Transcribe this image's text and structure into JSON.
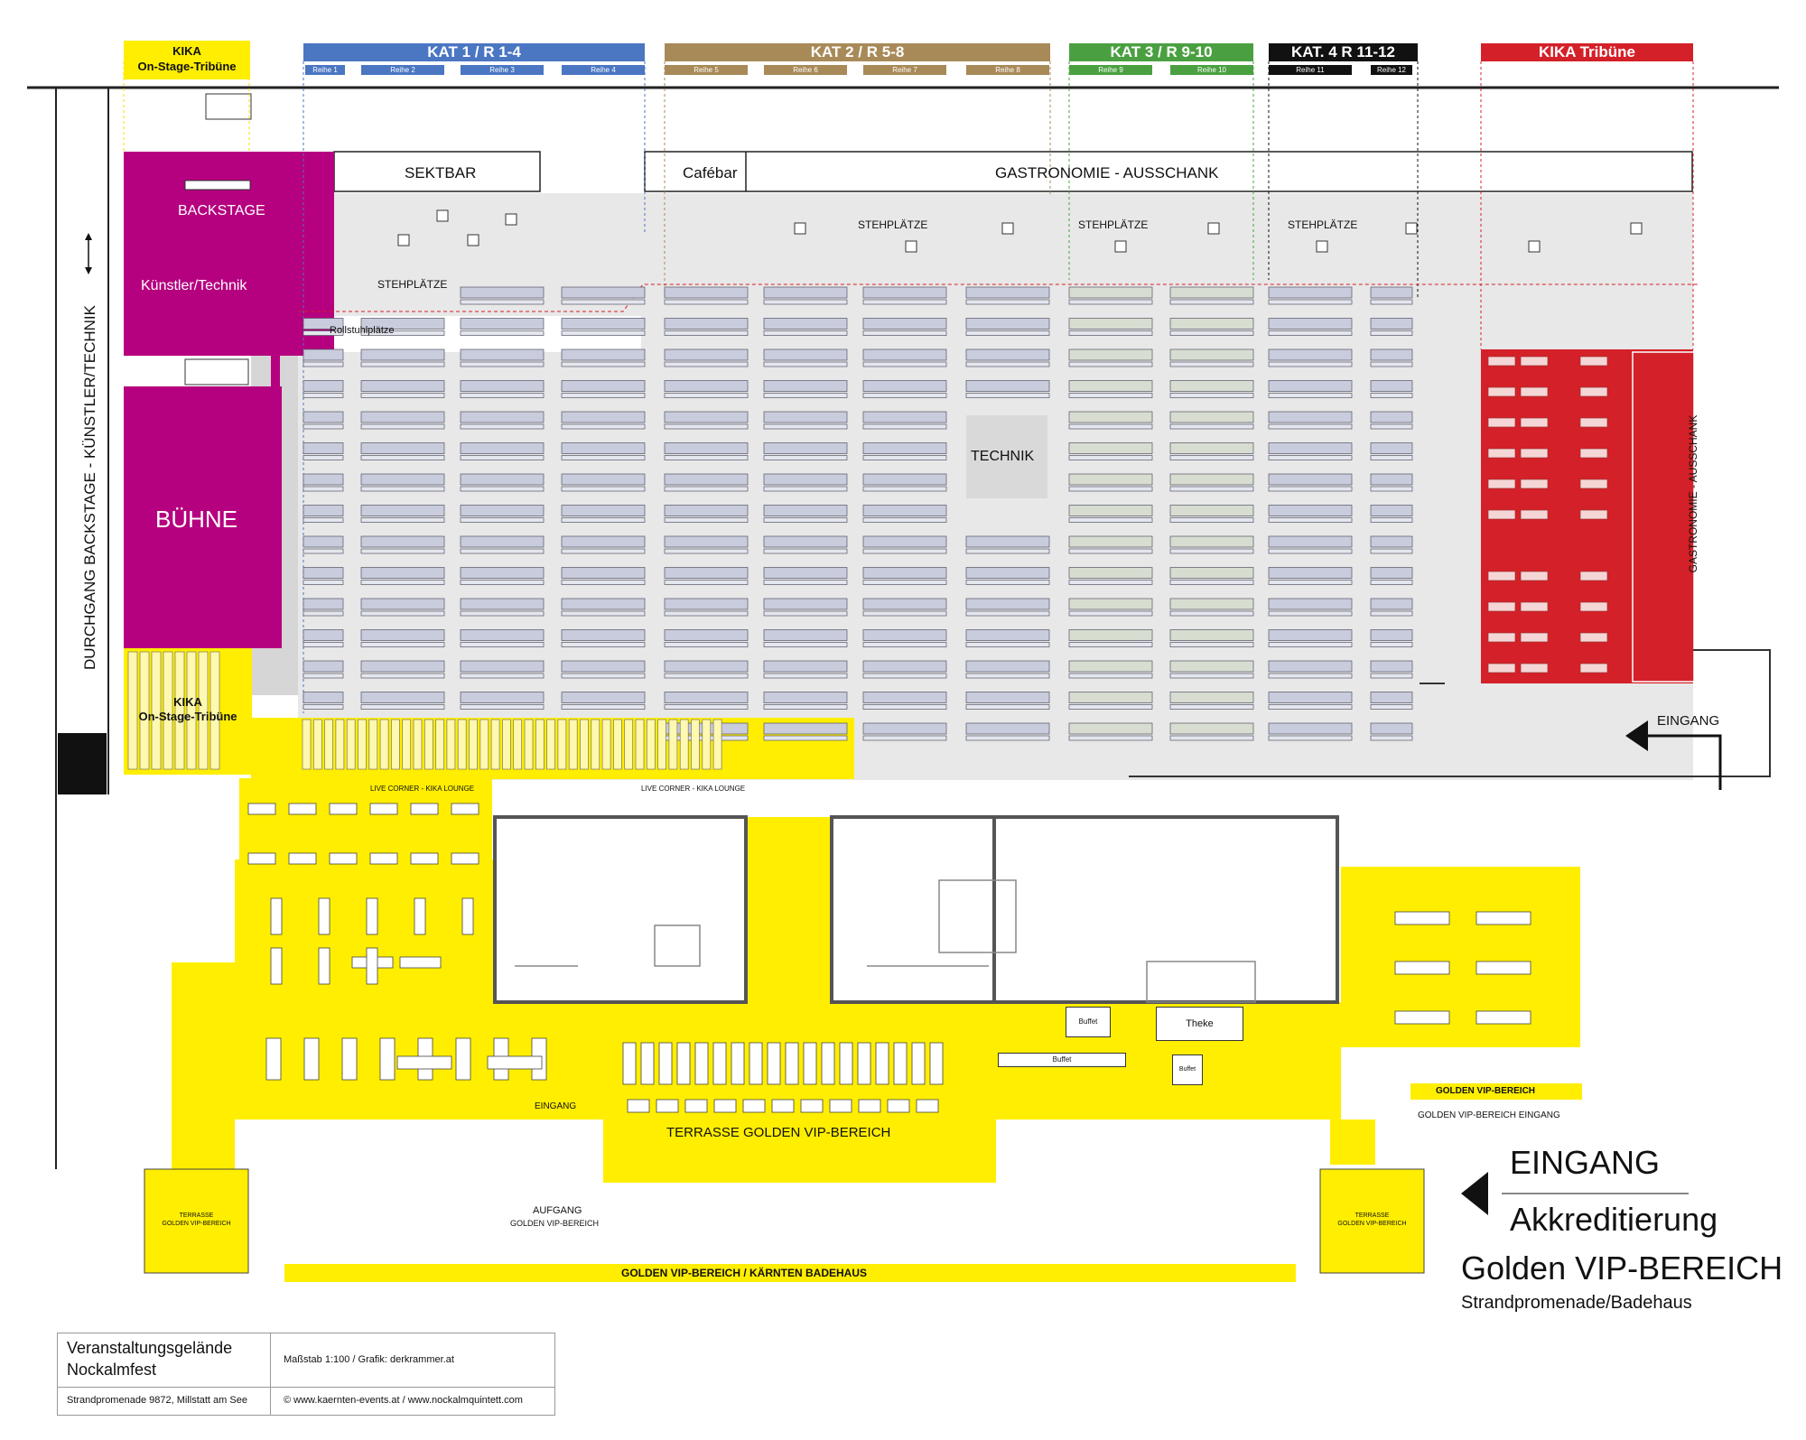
{
  "headers": {
    "kika_stage_top": {
      "line1": "KIKA",
      "line2": "On-Stage-Tribüne"
    },
    "kat1": {
      "label": "KAT 1 / R 1-4",
      "color": "#4a76c2",
      "rows": [
        "Reihe 1",
        "Reihe 2",
        "Reihe 3",
        "Reihe 4"
      ]
    },
    "kat2": {
      "label": "KAT 2 / R 5-8",
      "color": "#a88a58",
      "rows": [
        "Reihe 5",
        "Reihe 6",
        "Reihe 7",
        "Reihe 8"
      ]
    },
    "kat3": {
      "label": "KAT 3 / R 9-10",
      "color": "#4aa040",
      "rows": [
        "Reihe 9",
        "Reihe 10"
      ]
    },
    "kat4": {
      "label": "KAT. 4 R 11-12",
      "color": "#111111",
      "rows": [
        "Reihe 11",
        "Reihe 12"
      ]
    },
    "kika_tribune": {
      "label": "KIKA Tribüne",
      "color": "#d42028"
    }
  },
  "areas": {
    "sektbar": "SEKTBAR",
    "cafebar": "Cafébar",
    "gastronomie": "GASTRONOMIE - AUSSCHANK",
    "stehplaetze": "STEHPLÄTZE",
    "backstage": "BACKSTAGE",
    "kuenstler": "Künstler/Technik",
    "buehne": "BÜHNE",
    "rollstuhl": "Rollstuhlplätze",
    "technik": "TECHNIK",
    "kika_stage_bottom": {
      "line1": "KIKA",
      "line2": "On-Stage-Tribüne"
    },
    "durchgang": "DURCHGANG BACKSTAGE - KÜNSTLER/TECHNIK",
    "gastro_vertical": "GASTRONOMIE - AUSSCHANK",
    "eingang_right": "EINGANG",
    "live_corner": "LIVE CORNER - KIKA LOUNGE",
    "buffet": "Buffet",
    "theke": "Theke",
    "eingang_small": "EINGANG",
    "terrasse": "TERRASSE GOLDEN VIP-BEREICH",
    "aufgang": "AUFGANG",
    "aufgang_sub": "GOLDEN VIP-BEREICH",
    "terrasse_corner": {
      "line1": "TERRASSE",
      "line2": "GOLDEN VIP-BEREICH"
    },
    "golden_vip": "GOLDEN VIP-BEREICH",
    "golden_vip_eingang": "GOLDEN VIP-BEREICH EINGANG",
    "golden_vip_badehaus": "GOLDEN VIP-BEREICH / KÄRNTEN BADEHAUS"
  },
  "entrance": {
    "line1": "EINGANG",
    "line2": "Akkreditierung",
    "line3": "Golden VIP-BEREICH",
    "line4": "Strandpromenade/Badehaus"
  },
  "footer": {
    "title1": "Veranstaltungsgelände",
    "title2": "Nockalmfest",
    "scale": "Maßstab 1:100 / Grafik: derkrammer.at",
    "address": "Strandpromenade 9872, Millstatt am See",
    "web": "© www.kaernten-events.at / www.nockalmquintett.com"
  },
  "colors": {
    "magenta": "#b5007f",
    "yellow": "#ffee00",
    "red": "#d42028",
    "grey": "#e6e6e6",
    "bench": "#c8ccdc",
    "bench_green": "#d7ddd0"
  }
}
